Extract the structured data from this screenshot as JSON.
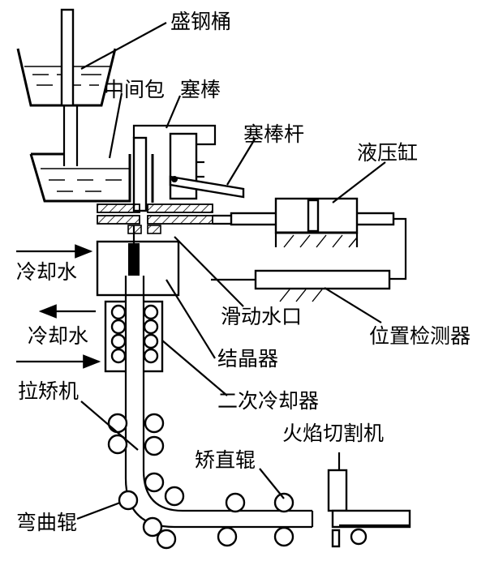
{
  "labels": {
    "ladle": "盛钢桶",
    "tundish": "中间包",
    "stopper": "塞棒",
    "stopper_rod": "塞棒杆",
    "hydraulic_cylinder": "液压缸",
    "cooling_water_in": "冷却水",
    "cooling_water_out": "冷却水",
    "slide_nozzle": "滑动水口",
    "position_detector": "位置检测器",
    "mold": "结晶器",
    "withdrawal_machine": "拉矫机",
    "secondary_cooler": "二次冷却器",
    "flame_cutter": "火焰切割机",
    "straightening_roll": "矫直辊",
    "bending_roll": "弯曲辊"
  }
}
